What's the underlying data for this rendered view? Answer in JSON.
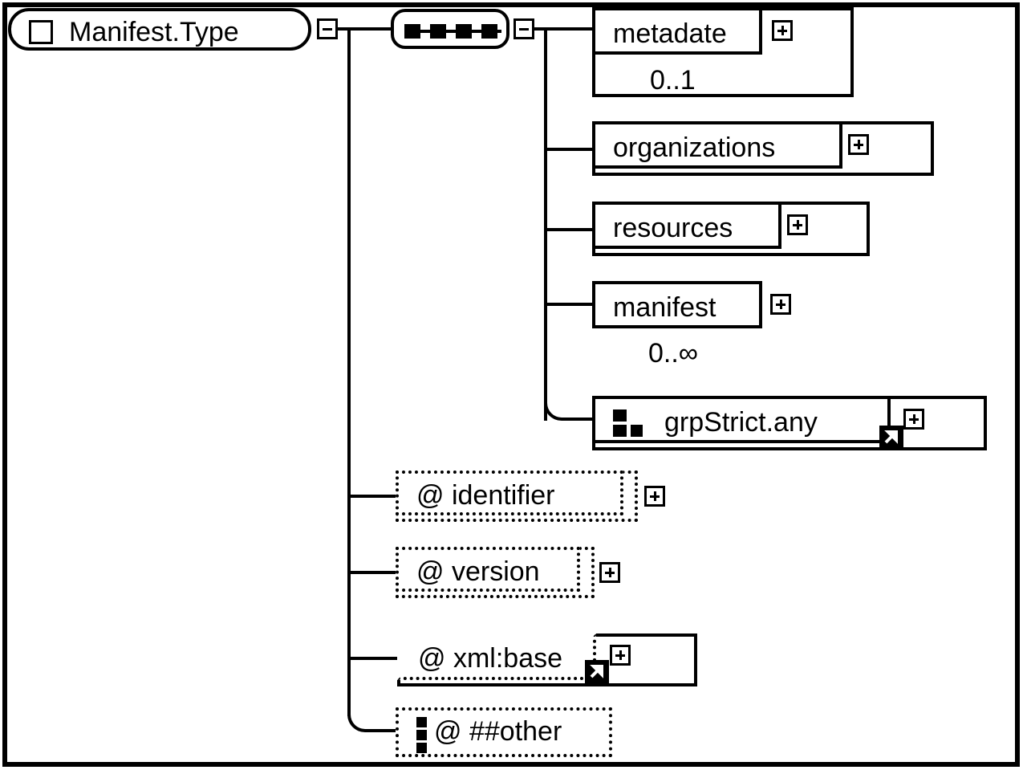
{
  "diagram": {
    "type": "xml-schema-tree",
    "root": {
      "name": "Manifest.Type",
      "icon": "empty-square-icon",
      "expander": "minus"
    },
    "compositor": {
      "kind": "sequence",
      "icon": "sequence-connector-icon",
      "expander": "minus"
    },
    "elements": [
      {
        "name": "metadate",
        "cardinality": "0..1",
        "expander": "plus",
        "optional": true,
        "reference": false
      },
      {
        "name": "organizations",
        "cardinality": "",
        "expander": "plus",
        "optional": false,
        "reference": false
      },
      {
        "name": "resources",
        "cardinality": "",
        "expander": "plus",
        "optional": false,
        "reference": false
      },
      {
        "name": "manifest",
        "cardinality": "0..∞",
        "expander": "plus",
        "optional": false,
        "reference": false
      },
      {
        "name": "grpStrict.any",
        "cardinality": "",
        "expander": "plus",
        "icon": "group-icon",
        "reference": true,
        "reference_icon": "reference-arrow-icon"
      }
    ],
    "attributes": [
      {
        "name": "@ identifier",
        "expander": "plus",
        "style": "dotted",
        "reference": false
      },
      {
        "name": "@ version",
        "expander": "plus",
        "style": "dotted",
        "reference": false
      },
      {
        "name": "@ xml:base",
        "expander": "plus",
        "style": "solid-outer-dotted-inner",
        "reference": true,
        "reference_icon": "reference-arrow-icon"
      },
      {
        "name": "@ ##other",
        "expander": "none",
        "style": "dotted",
        "icon": "any-attribute-icon",
        "reference": false
      }
    ],
    "colors": {
      "line": "#000000",
      "background": "#ffffff"
    }
  }
}
